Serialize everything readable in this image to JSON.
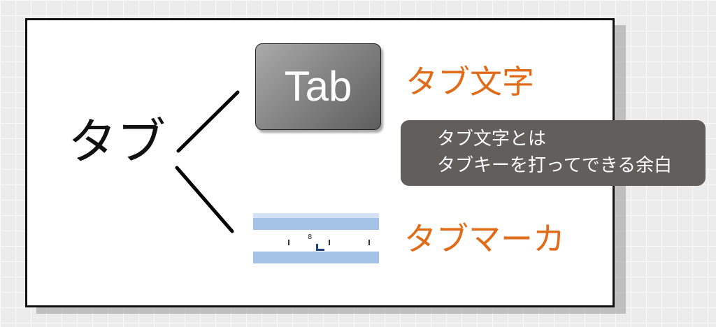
{
  "root": {
    "label": "タブ"
  },
  "branches": [
    {
      "key": {
        "label": "Tab"
      },
      "label": "タブ文字",
      "callout": {
        "lines": [
          "タブ文字とは",
          "タブキーを打ってできる余白"
        ]
      }
    },
    {
      "ruler": {
        "number": "8"
      },
      "label": "タブマーカ"
    }
  ],
  "colors": {
    "accent": "#e06c1a",
    "callout_bg": "#615e5b",
    "ruler_blue": "#a3c2e6",
    "border": "#111111"
  },
  "icons": {
    "ruler": "ruler-with-tab-stop-icon",
    "tab_stop": "left-tab-stop-icon"
  }
}
